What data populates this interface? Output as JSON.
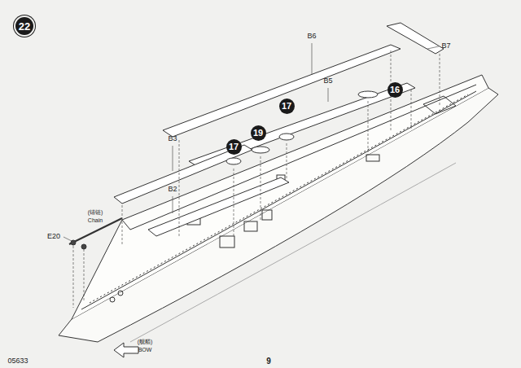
{
  "diagram": {
    "nodes": [
      {
        "text": [
          "22"
        ]
      },
      {
        "text": [
          "17"
        ]
      },
      {
        "text": [
          "19"
        ]
      },
      {
        "text": [
          "17"
        ]
      },
      {
        "text": [
          "16"
        ]
      }
    ],
    "labels": [
      "B6",
      "B7",
      "B5",
      "B3",
      "B2",
      "(锚链)",
      "Chain",
      "E20",
      "(舰艏)",
      "BOW",
      "9",
      "05633"
    ]
  }
}
